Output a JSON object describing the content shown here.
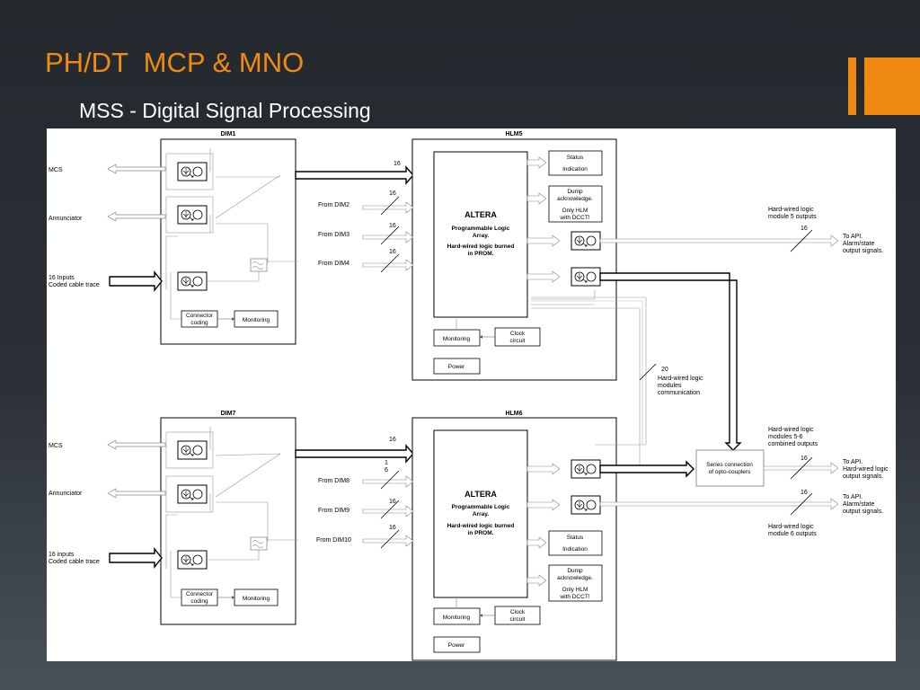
{
  "slide": {
    "title": "PH/DT  MCP & MNO",
    "subtitle": "MSS - Digital Signal Processing",
    "accent_color": "#f08a10"
  },
  "dim1": {
    "name": "DIM1",
    "outputs": [
      "MCS",
      "Annunciator"
    ],
    "input_label_1": "16 Inputs",
    "input_label_2": "Coded cable trace",
    "connector_1": "Connector",
    "connector_2": "coding",
    "monitoring": "Monitoring",
    "bus_width": "16"
  },
  "hlm5": {
    "name": "HLM5",
    "altera": "ALTERA",
    "desc_1": "Programmable Logic",
    "desc_2": "Array.",
    "desc_3": "Hard-wired logic burned",
    "desc_4": "in PROM.",
    "inputs": [
      {
        "width": "16",
        "label": "From DIM2"
      },
      {
        "width": "16",
        "label": "From DIM3"
      },
      {
        "width": "16",
        "label": "From DIM4"
      }
    ],
    "status_1": "Status",
    "status_2": "Indication",
    "dump_1": "Dump",
    "dump_2": "acknowledge.",
    "dump_3": "Only HLM",
    "dump_4": "with DCCT!",
    "monitoring": "Monitoring",
    "clock_1": "Clock",
    "clock_2": "circuit",
    "power": "Power"
  },
  "dim7": {
    "name": "DIM7",
    "outputs": [
      "MCS",
      "Annunciator"
    ],
    "input_label_1": "16 inputs",
    "input_label_2": "Coded cable trace",
    "connector_1": "Connector",
    "connector_2": "coding",
    "monitoring": "Monitoring",
    "bus_width": "16"
  },
  "hlm6": {
    "name": "HLM6",
    "altera": "ALTERA",
    "desc_1": "Programmable Logic",
    "desc_2": "Array.",
    "desc_3": "Hard-wired logic burned",
    "desc_4": "in PROM.",
    "inputs": [
      {
        "width_a": "1",
        "width_b": "6",
        "label": "From DIM8"
      },
      {
        "width": "16",
        "label": "From DIM9"
      },
      {
        "width": "16",
        "label": "From DIM10"
      }
    ],
    "status_1": "Status",
    "status_2": "Indication",
    "dump_1": "Dump",
    "dump_2": "acknowledge.",
    "dump_3": "Only HLM",
    "dump_4": "with DCCT!",
    "monitoring": "Monitoring",
    "clock_1": "Clock",
    "clock_2": "circuit",
    "power": "Power"
  },
  "right": {
    "hw5_1": "Hard-wired logic",
    "hw5_2": "module 5 outputs",
    "hw5_width": "16",
    "api1_1": "To API.",
    "api1_2": "Alarm/state",
    "api1_3": "output signals.",
    "comm_width": "20",
    "comm_1": "Hard-wired logic",
    "comm_2": "modules",
    "comm_3": "communication",
    "comb_1": "Hard-wired logic",
    "comb_2": "modules 5-6",
    "comb_3": "combined outputs",
    "series_1": "Series connection",
    "series_2": "of opto-couplers",
    "comb_width": "16",
    "api2_1": "To API.",
    "api2_2": "Hard-wired logic",
    "api2_3": "output signals.",
    "hw6_width": "16",
    "api3_1": "To API.",
    "api3_2": "Alarm/state",
    "api3_3": "output signals.",
    "hw6_1": "Hard-wired logic",
    "hw6_2": "module 6 outputs"
  }
}
